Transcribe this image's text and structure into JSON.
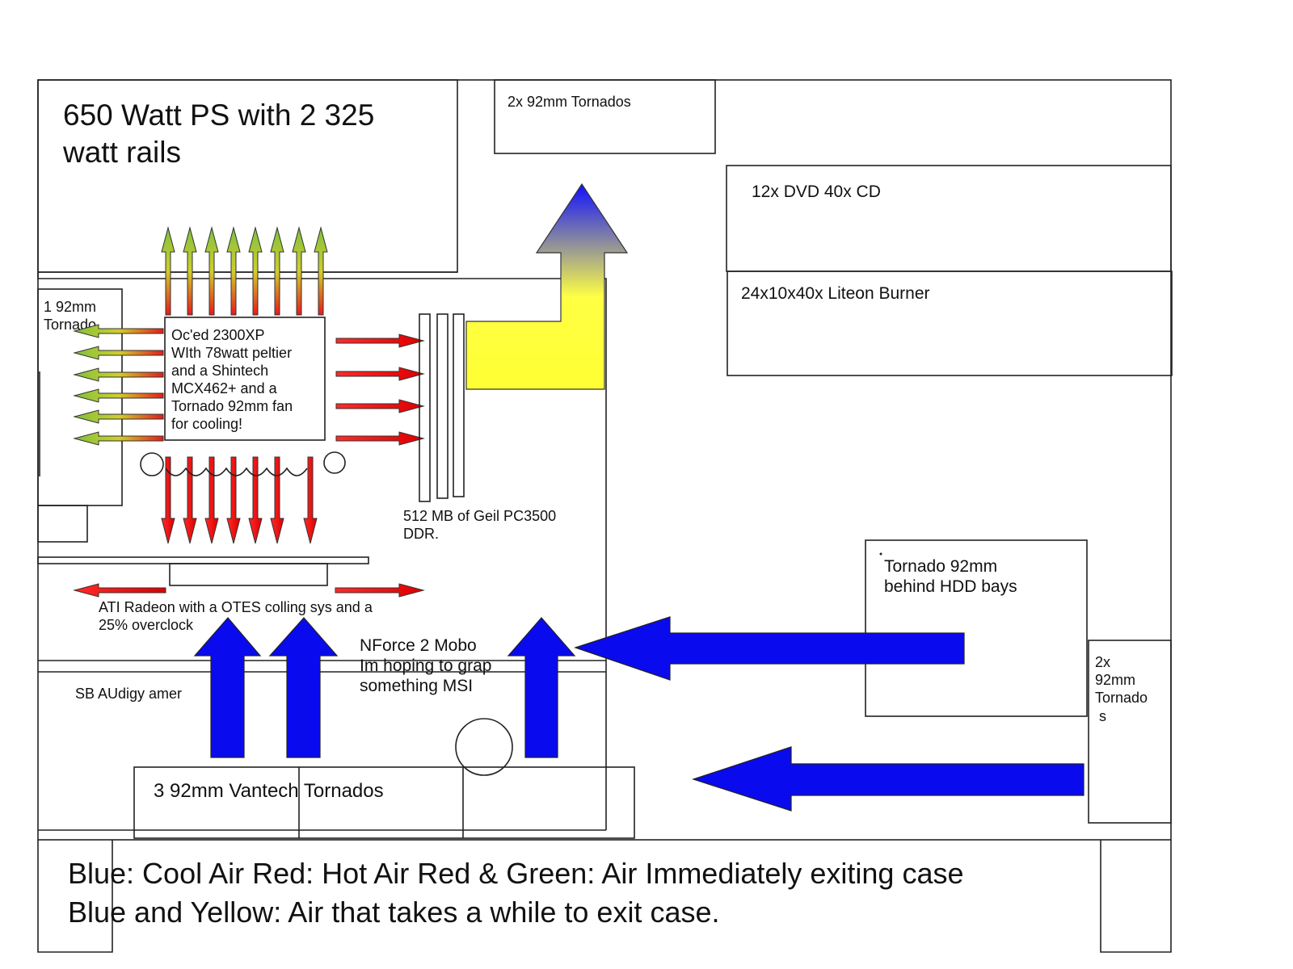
{
  "colors": {
    "cool_air": "#0a0aee",
    "hot_air": "#ee1111",
    "exit_green": "#9acd32",
    "slow_yellow": "#ffff33",
    "outline": "#222222"
  },
  "labels": {
    "psu": [
      "650 Watt PS with 2 325",
      "watt rails"
    ],
    "top_fans": "2x 92mm Tornados",
    "dvd": "12x DVD 40x CD",
    "burner": "24x10x40x Liteon Burner",
    "rear_fan": [
      "1 92mm",
      "Tornado"
    ],
    "cpu": [
      "Oc'ed 2300XP",
      "WIth 78watt peltier",
      "and a Shintech",
      "MCX462+ and a",
      "Tornado 92mm fan",
      "for cooling!"
    ],
    "ram": [
      "512 MB of Geil PC3500",
      "DDR."
    ],
    "gpu": [
      "ATI Radeon with a OTES colling sys and a",
      "25% overclock"
    ],
    "sound": "SB AUdigy amer",
    "mobo": [
      "NForce 2 Mobo",
      "Im hoping to grap",
      "something MSI"
    ],
    "hdd_fan": [
      "Tornado 92mm",
      "behind HDD bays"
    ],
    "front_fans": [
      "2x",
      "92mm",
      "Tornado",
      "s"
    ],
    "bottom_fans": "3 92mm Vantech Tornados"
  },
  "legend": [
    "Blue: Cool Air    Red: Hot Air    Red & Green: Air Immediately exiting case",
    "Blue and Yellow: Air that takes a while to exit case."
  ]
}
